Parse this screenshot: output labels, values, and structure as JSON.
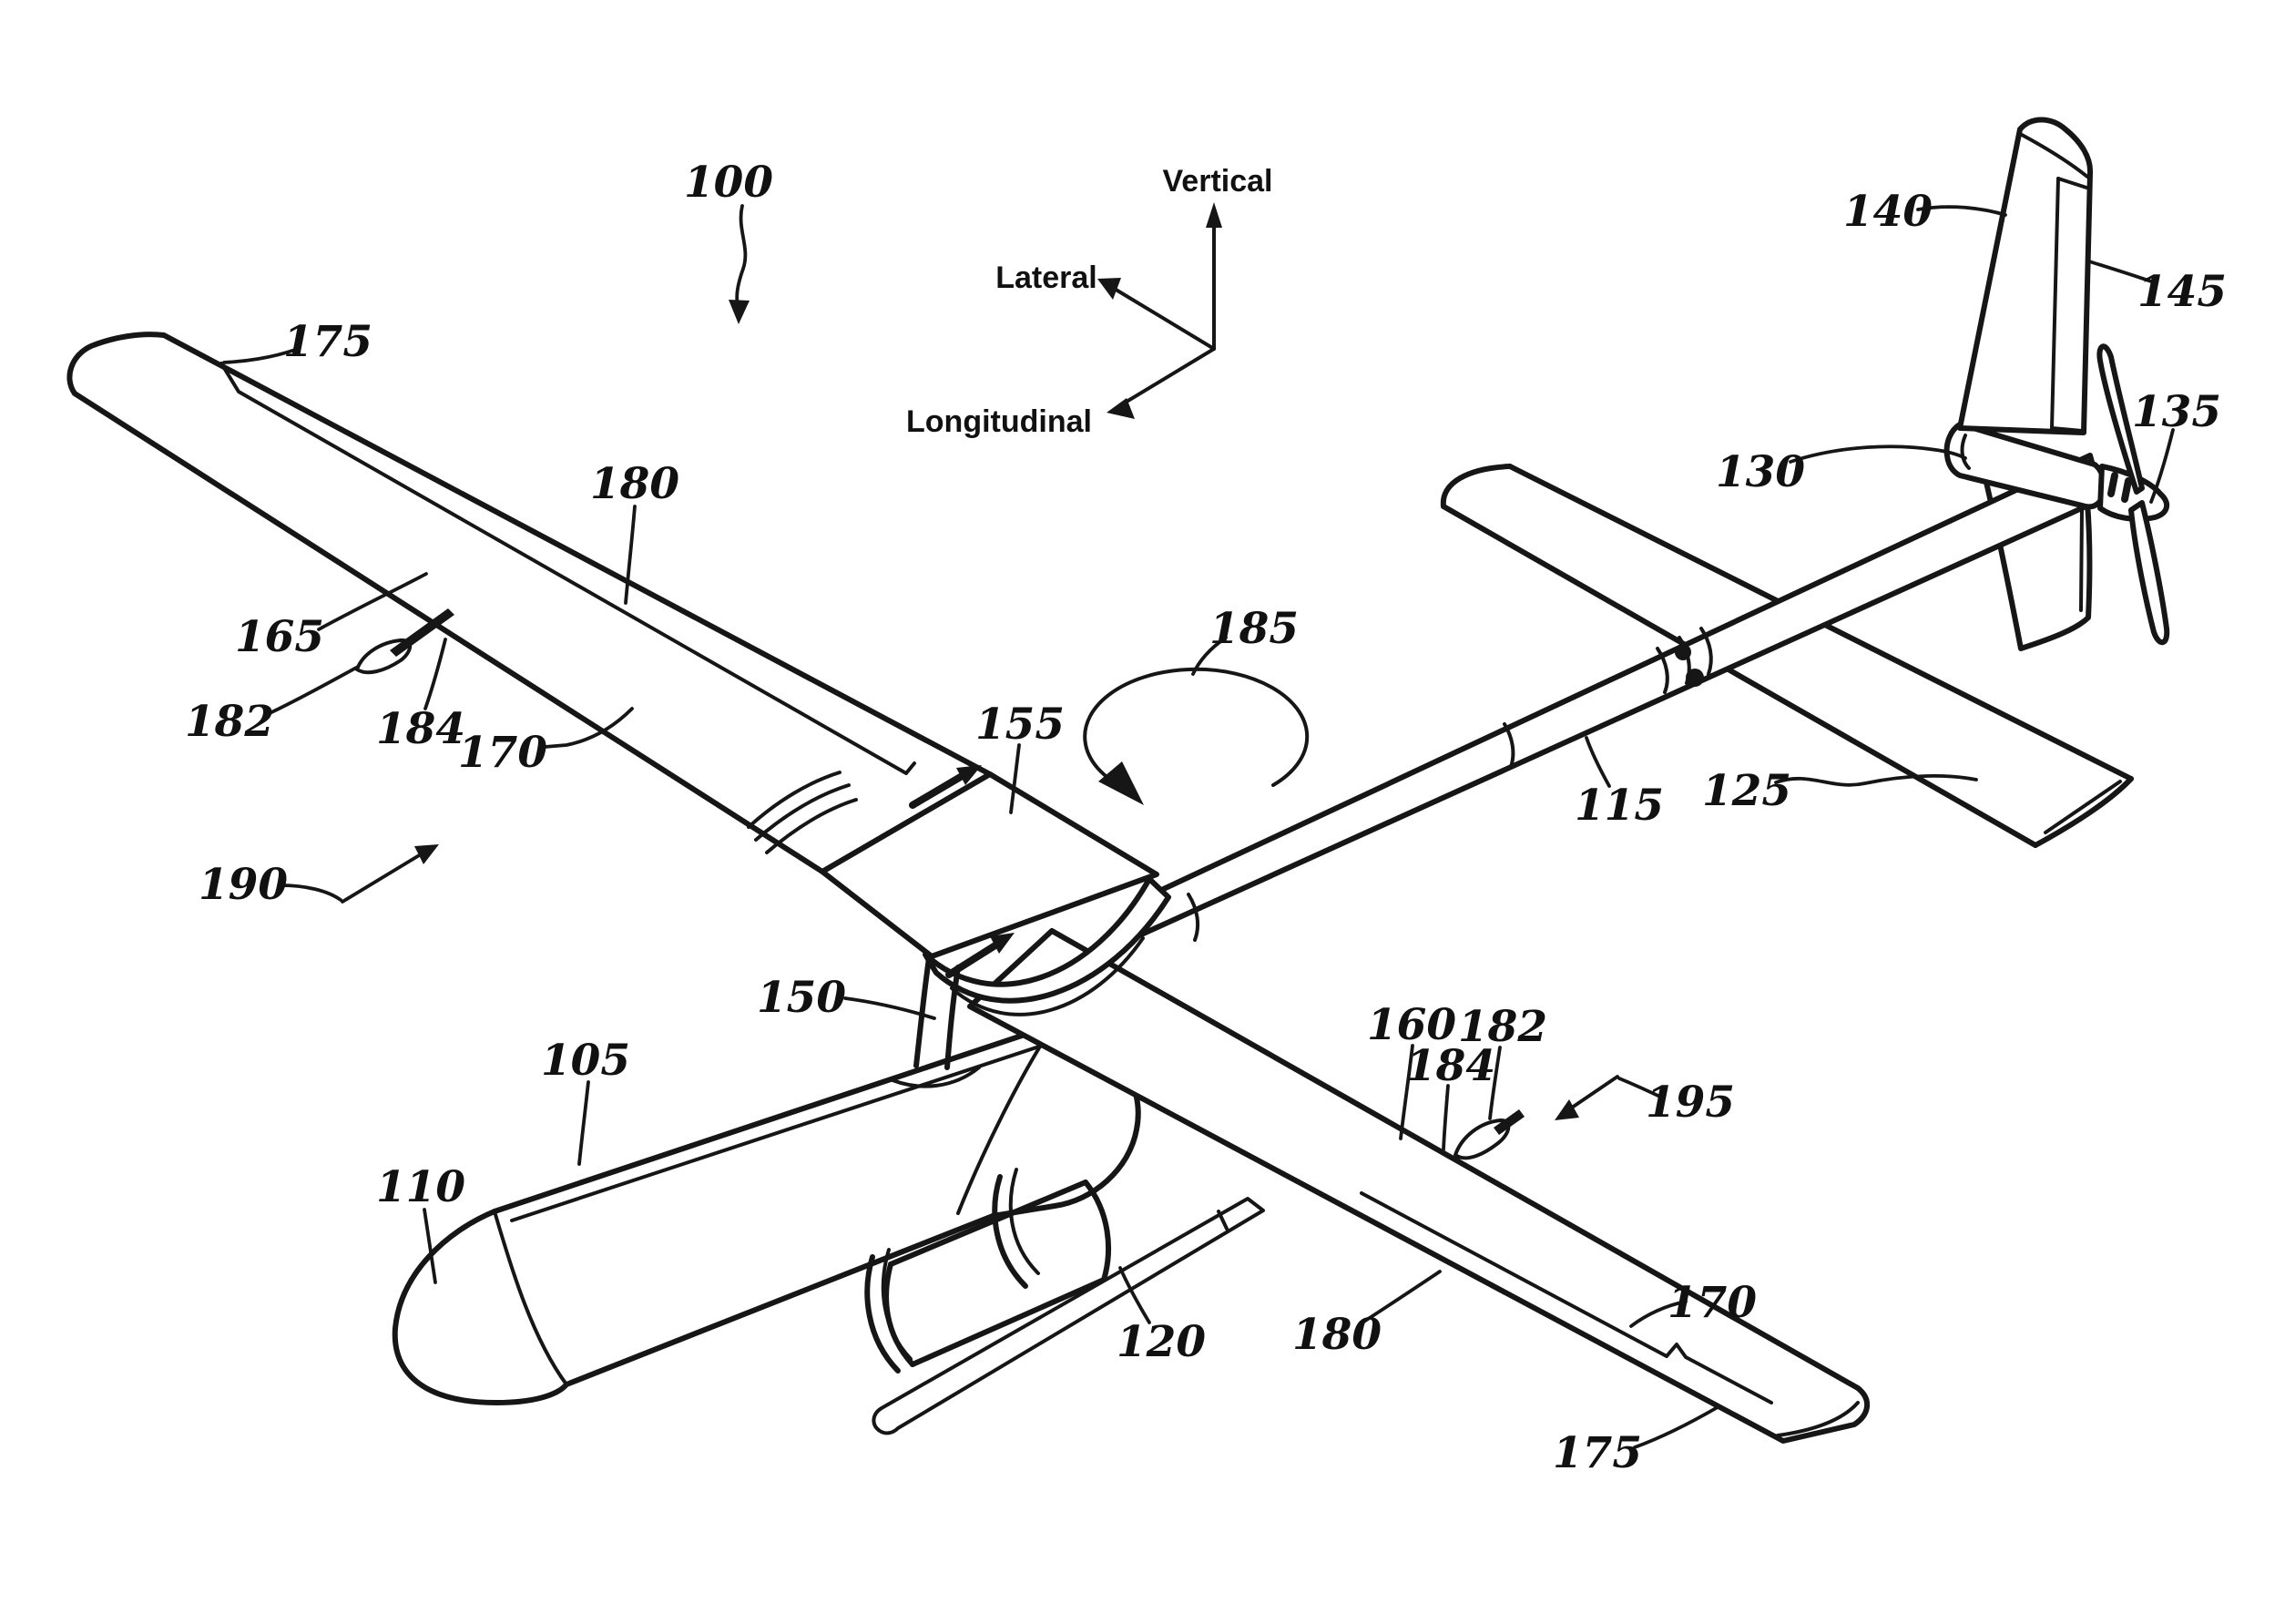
{
  "figure": {
    "kind": "patent line drawing",
    "subject": "unmanned aerial vehicle shown in isometric view with numbered parts"
  },
  "axes_indicator": {
    "vertical": "Vertical",
    "lateral": "Lateral",
    "longitudinal": "Longitudinal"
  },
  "reference_labels": [
    {
      "ref": "100"
    },
    {
      "ref": "175"
    },
    {
      "ref": "180"
    },
    {
      "ref": "165"
    },
    {
      "ref": "182"
    },
    {
      "ref": "184"
    },
    {
      "ref": "170"
    },
    {
      "ref": "190"
    },
    {
      "ref": "150"
    },
    {
      "ref": "105"
    },
    {
      "ref": "110"
    },
    {
      "ref": "120"
    },
    {
      "ref": "155"
    },
    {
      "ref": "185"
    },
    {
      "ref": "115"
    },
    {
      "ref": "125"
    },
    {
      "ref": "130"
    },
    {
      "ref": "140"
    },
    {
      "ref": "145"
    },
    {
      "ref": "135"
    },
    {
      "ref": "160"
    },
    {
      "ref": "184"
    },
    {
      "ref": "182"
    },
    {
      "ref": "195"
    },
    {
      "ref": "170"
    },
    {
      "ref": "180"
    },
    {
      "ref": "175"
    }
  ]
}
